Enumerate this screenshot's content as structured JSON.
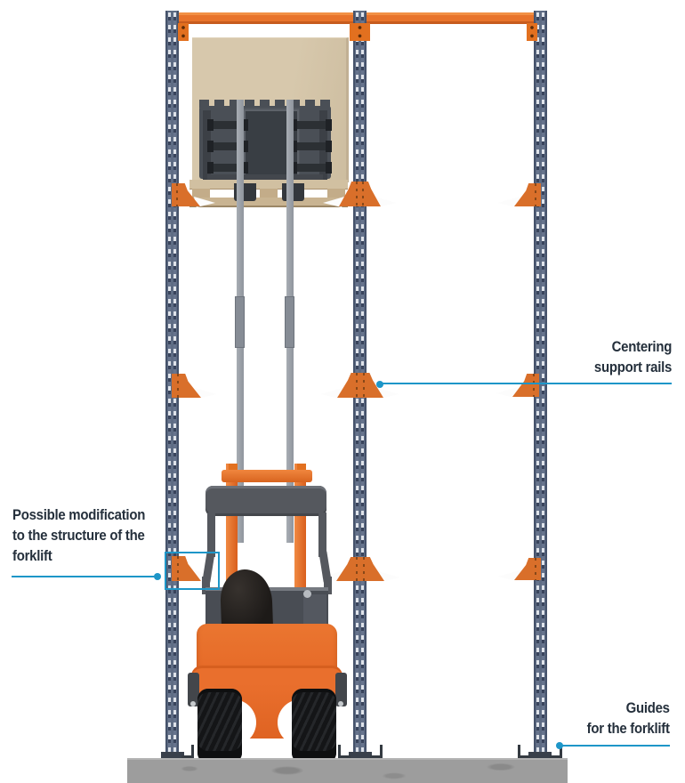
{
  "annotations": {
    "centering_support_rails": {
      "line1": "Centering",
      "line2": "support rails"
    },
    "possible_modification": {
      "line1": "Possible modification",
      "line2": "to the structure of the",
      "line3": "forklift"
    },
    "guides_forklift": {
      "line1": "Guides",
      "line2": "for the forklift"
    }
  },
  "colors": {
    "leader_teal": "#1e96c8",
    "label_text": "#25303c",
    "rack_beam_orange": "#e8732b",
    "bracket_orange": "#d96f2a",
    "upright_steel_blue": "#5e6c84",
    "forklift_orange": "#e96f2d",
    "carriage_gray": "#4a4f56",
    "floor_gray": "#9d9d9d"
  },
  "icons": {
    "leader_dot": "filled-circle-marker"
  }
}
